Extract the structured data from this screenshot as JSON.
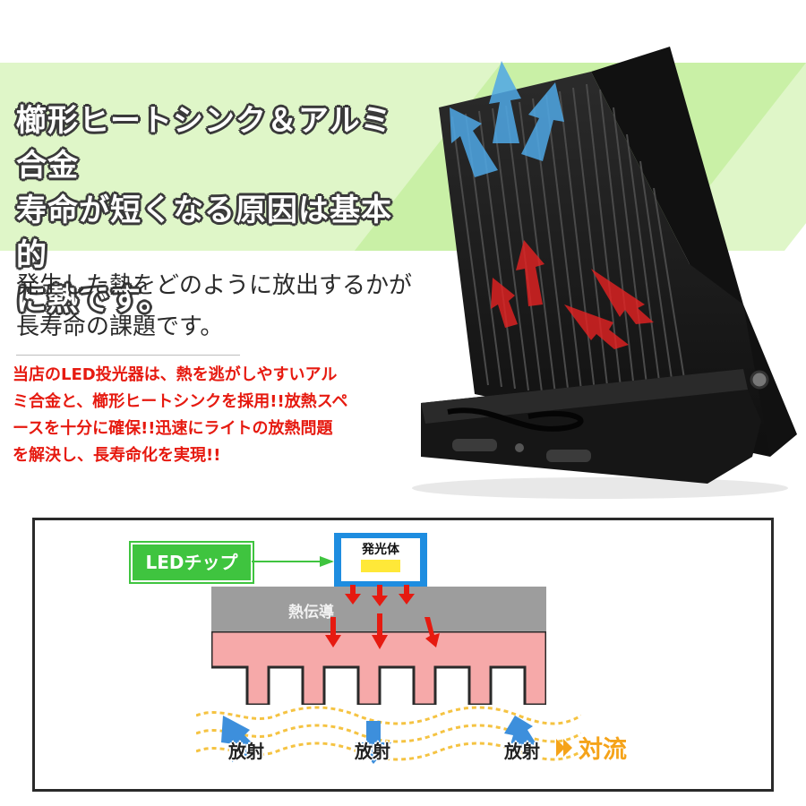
{
  "headline": {
    "line1": "櫛形ヒートシンク＆アルミ合金",
    "line2": "寿命が短くなる原因は基本的",
    "line3": "に熱です。"
  },
  "subtitle": {
    "line1": "発生した熱をどのように放出するかが",
    "line2": "長寿命の課題です。"
  },
  "description": {
    "line1": "当店のLED投光器は、熱を逃がしやすいアル",
    "line2": "ミ合金と、櫛形ヒートシンクを採用!!放熱スペ",
    "line3": "ースを十分に確保!!迅速にライトの放熱問題",
    "line4": "を解決し、長寿命化を実現!!"
  },
  "diagram": {
    "led_chip_label": "LEDチップ",
    "emitter_label": "発光体",
    "conduction_label": "熱伝導",
    "radiation_label_1": "放射",
    "radiation_label_2": "放射",
    "radiation_label_3": "放射",
    "convection_label": "対流"
  },
  "colors": {
    "accent_green": "#3fc43f",
    "emitter_blue": "#1e8de0",
    "heat_red": "#e61a10",
    "convection_orange": "#f5a319",
    "heatsink_pink": "#f6a9a9",
    "conduction_gray": "#9d9d9d"
  },
  "icons": {
    "heat_arrows": "red-heat-arrow-icon",
    "airflow_arrows": "blue-airflow-arrow-icon",
    "radiation_arrows": "blue-radiation-arrow-icon"
  }
}
